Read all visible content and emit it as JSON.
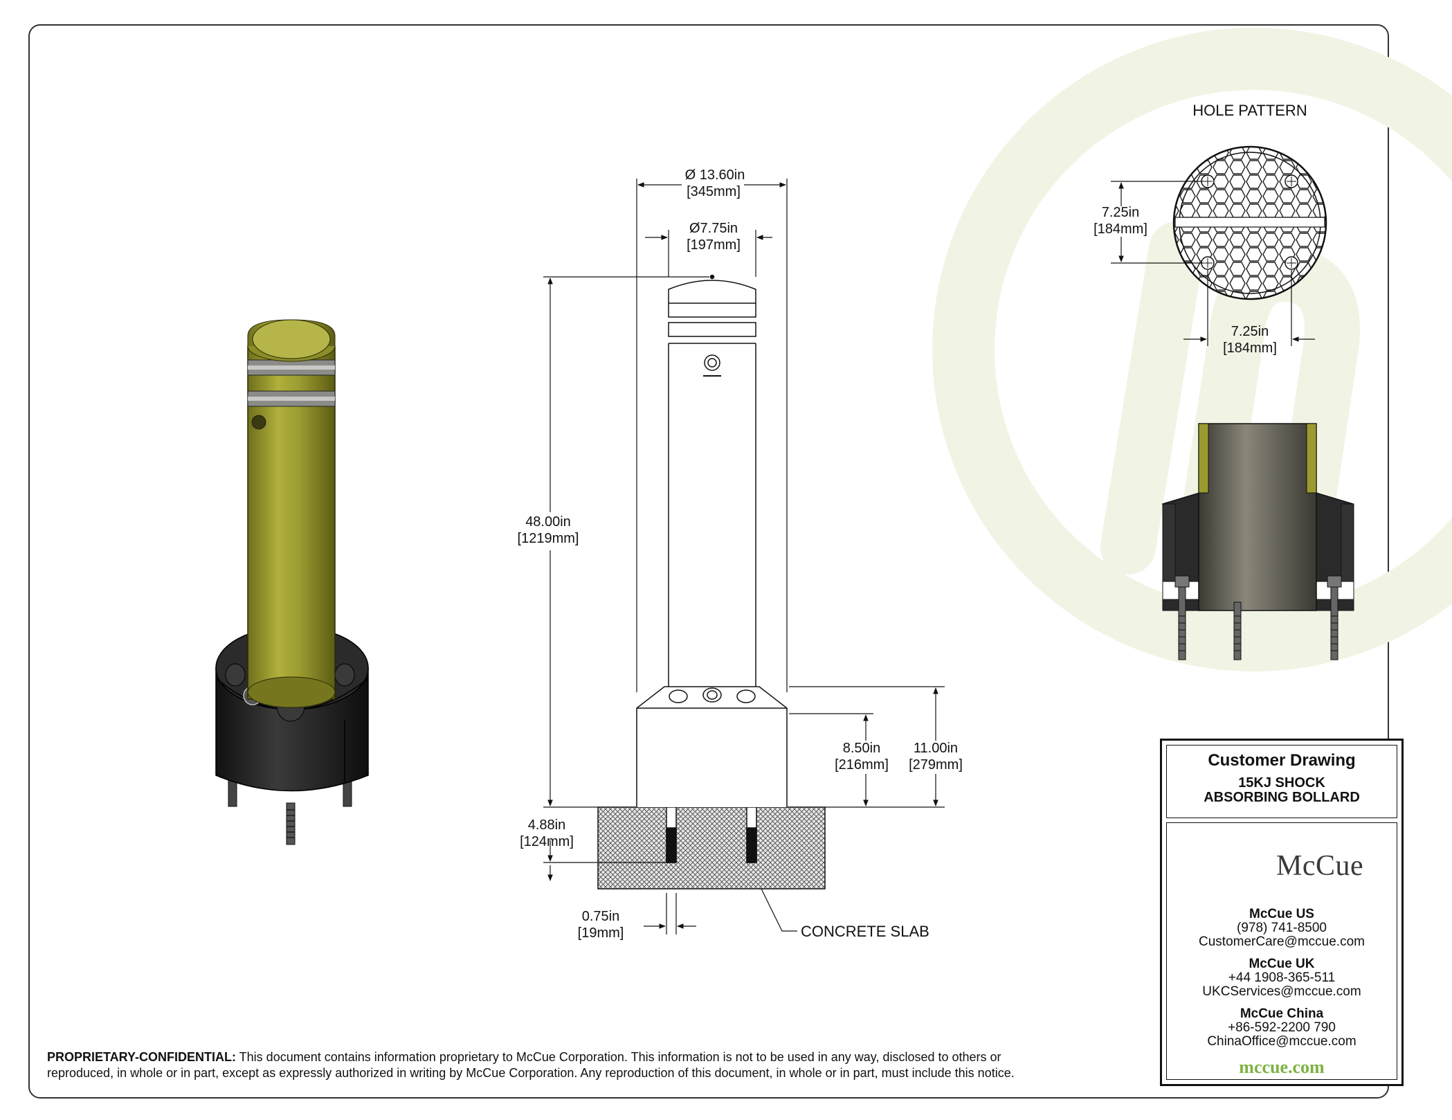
{
  "hole_pattern": {
    "label": "HOLE PATTERN",
    "vertical_dim_in": "7.25in",
    "vertical_dim_mm": "[184mm]",
    "horizontal_dim_in": "7.25in",
    "horizontal_dim_mm": "[184mm]"
  },
  "front_view": {
    "dia_outer_in": "Ø 13.60in",
    "dia_outer_mm": "[345mm]",
    "dia_inner_in": "Ø7.75in",
    "dia_inner_mm": "[197mm]",
    "height_in": "48.00in",
    "height_mm": "[1219mm]",
    "base_in": "8.50in",
    "base_mm": "[216mm]",
    "base_total_in": "11.00in",
    "base_total_mm": "[279mm]",
    "embed_in": "4.88in",
    "embed_mm": "[124mm]",
    "bolt_in": "0.75in",
    "bolt_mm": "[19mm]",
    "slab_label": "CONCRETE SLAB"
  },
  "title_block": {
    "heading": "Customer Drawing",
    "sub1": "15KJ SHOCK",
    "sub2": "ABSORBING BOLLARD",
    "brand": "McCue",
    "offices": [
      {
        "name": "McCue US",
        "phone": "(978) 741-8500",
        "email": "CustomerCare@mccue.com"
      },
      {
        "name": "McCue UK",
        "phone": "+44 1908-365-511",
        "email": "UKCServices@mccue.com"
      },
      {
        "name": "McCue China",
        "phone": "+86-592-2200 790",
        "email": "ChinaOffice@mccue.com"
      }
    ],
    "website": "mccue.com"
  },
  "notice": {
    "label": "PROPRIETARY-CONFIDENTIAL:",
    "line1": " This document contains information proprietary to McCue Corporation. This information is not to be used in any way, disclosed to others or",
    "line2": "reproduced, in whole or in part, except as expressly authorized in writing by McCue Corporation. Any reproduction of this document, in whole or in part, must include this notice."
  },
  "colors": {
    "bollard_yellow": "#8f8f2a",
    "base_black": "#1e1e1e",
    "brand_green": "#7cb342",
    "watermark": "#f4f5ea"
  }
}
